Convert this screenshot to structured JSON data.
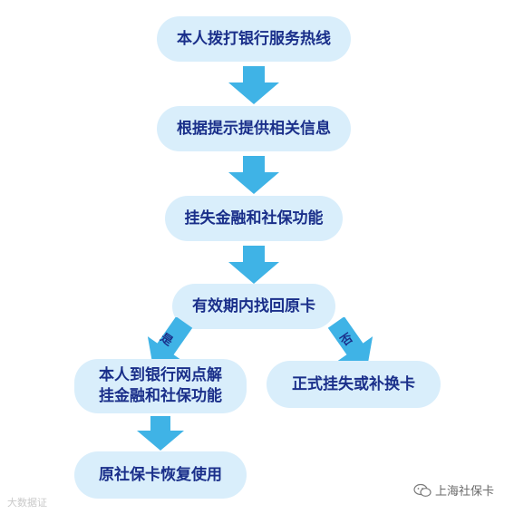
{
  "nodes": {
    "step1": "本人拨打银行服务热线",
    "step2": "根据提示提供相关信息",
    "step3": "挂失金融和社保功能",
    "decision": "有效期内找回原卡",
    "yes_branch_line1": "本人到银行网点解",
    "yes_branch_line2": "挂金融和社保功能",
    "no_branch": "正式挂失或补换卡",
    "final": "原社保卡恢复使用"
  },
  "branch_labels": {
    "yes": "是",
    "no": "否"
  },
  "watermarks": {
    "left": "大数据证",
    "right": "上海社保卡",
    "right_icon": "wechat-icon"
  },
  "colors": {
    "node_fill": "#d9eefb",
    "node_text": "#1a2f8a",
    "arrow_fill": "#3fb3e6"
  }
}
